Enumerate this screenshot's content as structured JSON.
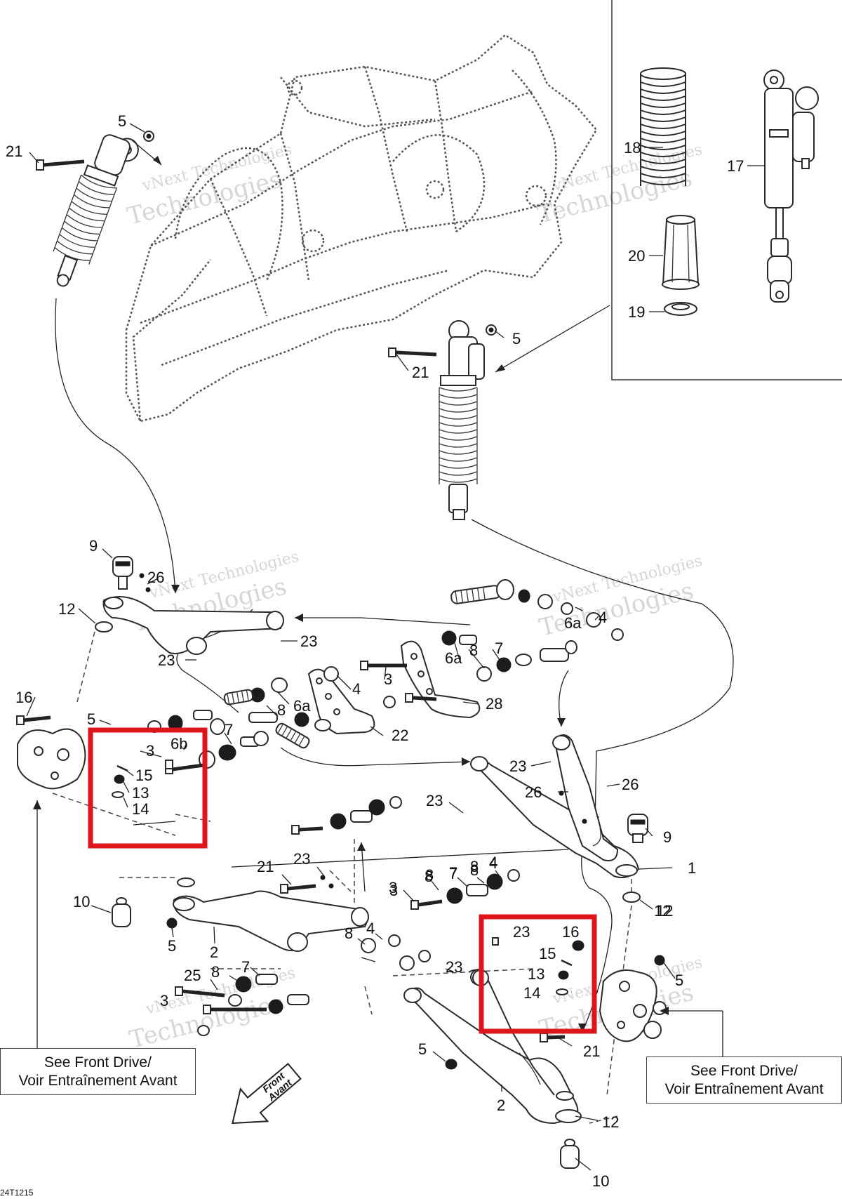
{
  "diagram": {
    "drawing_id": "24T1215",
    "watermark_line1": "vNext Technologies",
    "watermark_line2": "Technologies",
    "front_arrow": {
      "line1": "Front",
      "line2": "Avant"
    },
    "note_left": {
      "line1": "See Front Drive/",
      "line2": "Voir Entraînement Avant"
    },
    "note_right": {
      "line1": "See Front Drive/",
      "line2": "Voir Entraînement Avant"
    },
    "highlight_color": "#e0151b",
    "callouts": [
      {
        "id": "c-5-top",
        "label": "5"
      },
      {
        "id": "c-21-top",
        "label": "21"
      },
      {
        "id": "c-18",
        "label": "18"
      },
      {
        "id": "c-17",
        "label": "17"
      },
      {
        "id": "c-20",
        "label": "20"
      },
      {
        "id": "c-19",
        "label": "19"
      },
      {
        "id": "c-5-mid",
        "label": "5"
      },
      {
        "id": "c-21-mid",
        "label": "21"
      },
      {
        "id": "c-9-left",
        "label": "9"
      },
      {
        "id": "c-26-left",
        "label": "26"
      },
      {
        "id": "c-12-left",
        "label": "12"
      },
      {
        "id": "c-23-a",
        "label": "23"
      },
      {
        "id": "c-23-b",
        "label": "23"
      },
      {
        "id": "c-6a-right",
        "label": "6a"
      },
      {
        "id": "c-4-right",
        "label": "4"
      },
      {
        "id": "c-6a-mid",
        "label": "6a"
      },
      {
        "id": "c-8-a",
        "label": "8"
      },
      {
        "id": "c-7-a",
        "label": "7"
      },
      {
        "id": "c-3-a",
        "label": "3"
      },
      {
        "id": "c-28",
        "label": "28"
      },
      {
        "id": "c-4-a",
        "label": "4"
      },
      {
        "id": "c-6a-left",
        "label": "6a"
      },
      {
        "id": "c-8-b",
        "label": "8"
      },
      {
        "id": "c-22",
        "label": "22"
      },
      {
        "id": "c-16-left",
        "label": "16"
      },
      {
        "id": "c-5-left",
        "label": "5"
      },
      {
        "id": "c-3-b",
        "label": "3"
      },
      {
        "id": "c-6b",
        "label": "6b"
      },
      {
        "id": "c-7-b",
        "label": "7"
      },
      {
        "id": "c-15-left",
        "label": "15"
      },
      {
        "id": "c-13-left",
        "label": "13"
      },
      {
        "id": "c-14-left",
        "label": "14"
      },
      {
        "id": "c-23-c",
        "label": "23"
      },
      {
        "id": "c-26-right",
        "label": "26"
      },
      {
        "id": "c-26-c",
        "label": "26"
      },
      {
        "id": "c-23-d",
        "label": "23"
      },
      {
        "id": "c-9-right",
        "label": "9"
      },
      {
        "id": "c-1",
        "label": "1"
      },
      {
        "id": "c-3-c",
        "label": "3"
      },
      {
        "id": "c-8-c",
        "label": "8"
      },
      {
        "id": "c-7-c",
        "label": "7"
      },
      {
        "id": "c-8-d",
        "label": "8"
      },
      {
        "id": "c-4-b",
        "label": "4"
      },
      {
        "id": "c-12-b",
        "label": "12"
      },
      {
        "id": "c-21-b",
        "label": "21"
      },
      {
        "id": "c-23-e",
        "label": "23"
      },
      {
        "id": "c-10-left",
        "label": "10"
      },
      {
        "id": "c-5-b",
        "label": "5"
      },
      {
        "id": "c-2-upper",
        "label": "2"
      },
      {
        "id": "c-8-e",
        "label": "8"
      },
      {
        "id": "c-4-c",
        "label": "4"
      },
      {
        "id": "c-3-d",
        "label": "3"
      },
      {
        "id": "c-8-f",
        "label": "8"
      },
      {
        "id": "c-7-d",
        "label": "7"
      },
      {
        "id": "c-8-g",
        "label": "8"
      },
      {
        "id": "c-4-d",
        "label": "4"
      },
      {
        "id": "c-12-c",
        "label": "12"
      },
      {
        "id": "c-23-f",
        "label": "23"
      },
      {
        "id": "c-16-right",
        "label": "16"
      },
      {
        "id": "c-15-right",
        "label": "15"
      },
      {
        "id": "c-13-right",
        "label": "13"
      },
      {
        "id": "c-14-right",
        "label": "14"
      },
      {
        "id": "c-5-right",
        "label": "5"
      },
      {
        "id": "c-23-g",
        "label": "23"
      },
      {
        "id": "c-8-h",
        "label": "8"
      },
      {
        "id": "c-7-e",
        "label": "7"
      },
      {
        "id": "c-25",
        "label": "25"
      },
      {
        "id": "c-3-e",
        "label": "3"
      },
      {
        "id": "c-5-c",
        "label": "5"
      },
      {
        "id": "c-21-c",
        "label": "21"
      },
      {
        "id": "c-2-lower",
        "label": "2"
      },
      {
        "id": "c-12-d",
        "label": "12"
      },
      {
        "id": "c-10-right",
        "label": "10"
      }
    ]
  }
}
